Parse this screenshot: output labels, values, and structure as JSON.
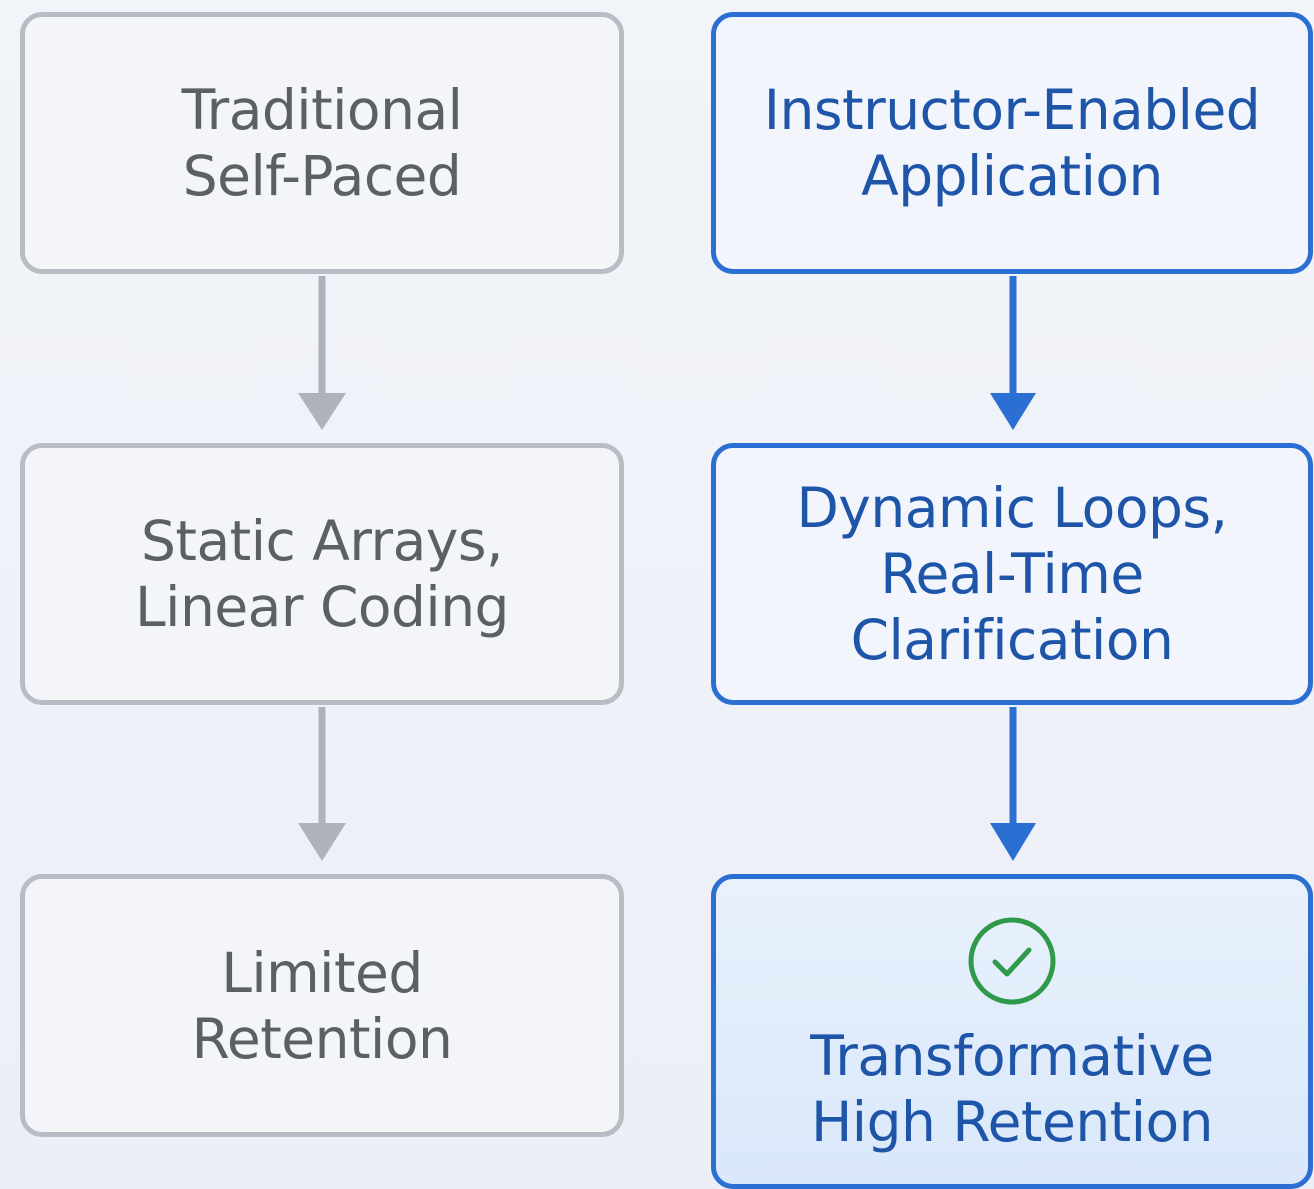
{
  "left_column": [
    {
      "label": "Traditional\nSelf-Paced"
    },
    {
      "label": "Static Arrays,\nLinear Coding"
    },
    {
      "label": "Limited\nRetention"
    }
  ],
  "right_column": [
    {
      "label": "Instructor-Enabled\nApplication"
    },
    {
      "label": "Dynamic Loops,\nReal-Time\nClarification"
    },
    {
      "label": "Transformative\nHigh Retention"
    }
  ],
  "colors": {
    "gray_border": "#b8bcc4",
    "gray_text": "#5b5f66",
    "blue_border": "#2a6fd1",
    "blue_text": "#1e55a8",
    "check_green": "#2e9a4a"
  },
  "icons": {
    "result": "check-circle-icon"
  }
}
